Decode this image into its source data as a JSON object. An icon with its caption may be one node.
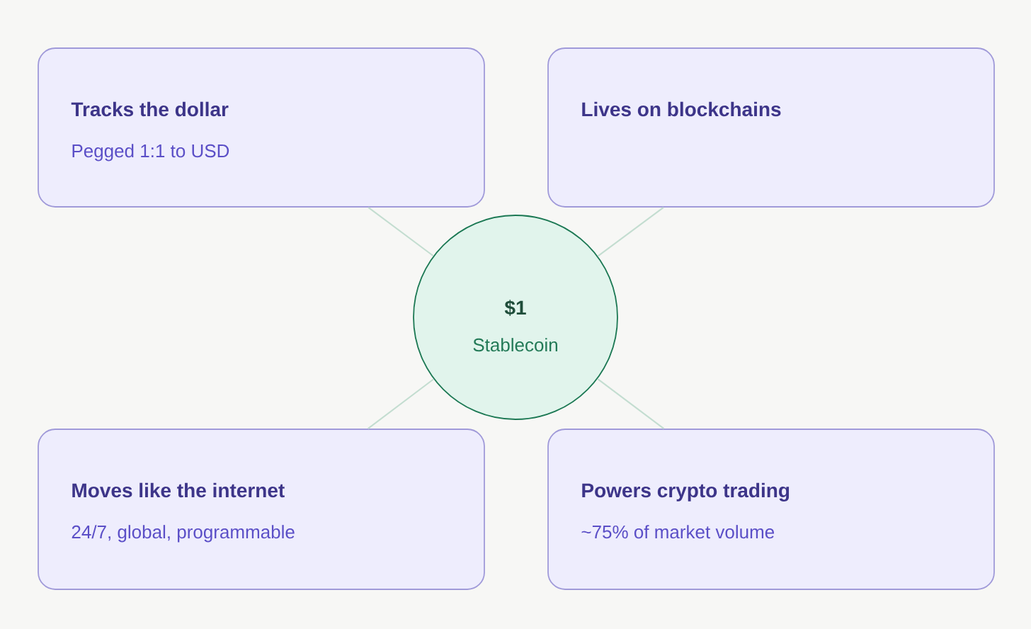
{
  "diagram": {
    "nodes": [
      {
        "text": [
          "Tracks the dollar",
          "Pegged 1:1 to USD"
        ]
      },
      {
        "text": [
          "Lives on blockchains"
        ]
      },
      {
        "text": [
          "$1",
          "Stablecoin"
        ]
      },
      {
        "text": [
          "Moves like the internet",
          "24/7, global, programmable"
        ]
      },
      {
        "text": [
          "Powers crypto trading",
          "~75% of market volume"
        ]
      }
    ],
    "edges": [
      {
        "from": 2,
        "to": 0,
        "arrow": "none"
      },
      {
        "from": 2,
        "to": 1,
        "arrow": "none"
      },
      {
        "from": 2,
        "to": 3,
        "arrow": "none"
      },
      {
        "from": 2,
        "to": 4,
        "arrow": "none"
      }
    ]
  }
}
